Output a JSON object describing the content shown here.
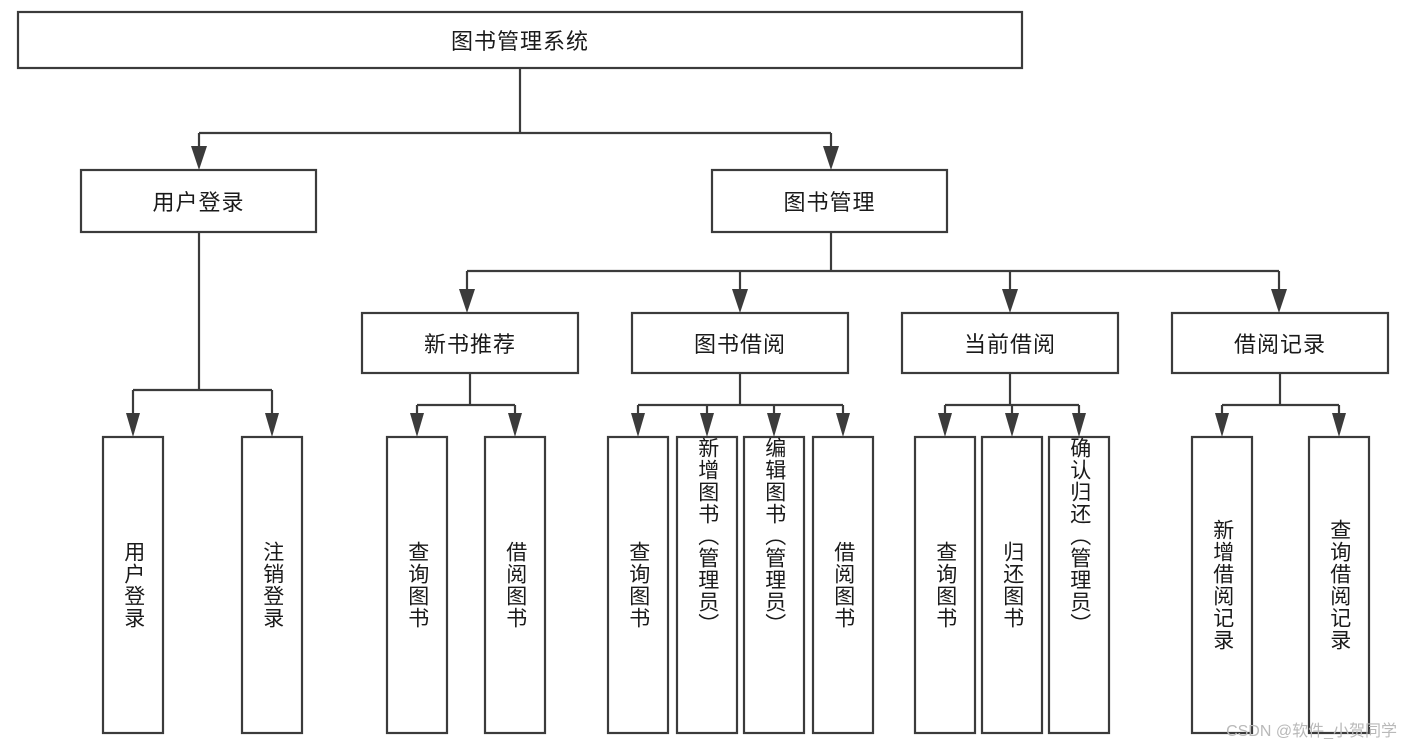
{
  "diagram": {
    "title": "图书管理系统",
    "type": "tree",
    "watermark": "CSDN @软件_小贺同学",
    "colors": {
      "stroke": "#3b3b3b",
      "fill": "#ffffff",
      "text": "#1a1a1a",
      "watermark": "#b9b9b9",
      "background": "#ffffff"
    },
    "levels": {
      "root": {
        "label": "图书管理系统"
      },
      "level2": [
        {
          "id": "user-login",
          "label": "用户登录"
        },
        {
          "id": "book-management",
          "label": "图书管理"
        }
      ],
      "level3": [
        {
          "id": "new-book-recommend",
          "label": "新书推荐",
          "parent": "book-management"
        },
        {
          "id": "book-borrow",
          "label": "图书借阅",
          "parent": "book-management"
        },
        {
          "id": "current-borrow",
          "label": "当前借阅",
          "parent": "book-management"
        },
        {
          "id": "borrow-record",
          "label": "借阅记录",
          "parent": "book-management"
        }
      ],
      "leaves": [
        {
          "id": "leaf-user-login",
          "label": "用户登录",
          "parent": "user-login"
        },
        {
          "id": "leaf-logout-login",
          "label": "注销登录",
          "parent": "user-login"
        },
        {
          "id": "leaf-query-book-1",
          "label": "查询图书",
          "parent": "new-book-recommend"
        },
        {
          "id": "leaf-borrow-book-1",
          "label": "借阅图书",
          "parent": "new-book-recommend"
        },
        {
          "id": "leaf-query-book-2",
          "label": "查询图书",
          "parent": "book-borrow"
        },
        {
          "id": "leaf-add-book",
          "label": "新增图书（管理员）",
          "parent": "book-borrow"
        },
        {
          "id": "leaf-edit-book",
          "label": "编辑图书（管理员）",
          "parent": "book-borrow"
        },
        {
          "id": "leaf-borrow-book-2",
          "label": "借阅图书",
          "parent": "book-borrow"
        },
        {
          "id": "leaf-query-book-3",
          "label": "查询图书",
          "parent": "current-borrow"
        },
        {
          "id": "leaf-return-book",
          "label": "归还图书",
          "parent": "current-borrow"
        },
        {
          "id": "leaf-confirm-return",
          "label": "确认归还（管理员）",
          "parent": "current-borrow"
        },
        {
          "id": "leaf-add-record",
          "label": "新增借阅记录",
          "parent": "borrow-record"
        },
        {
          "id": "leaf-query-record",
          "label": "查询借阅记录",
          "parent": "borrow-record"
        }
      ]
    }
  }
}
